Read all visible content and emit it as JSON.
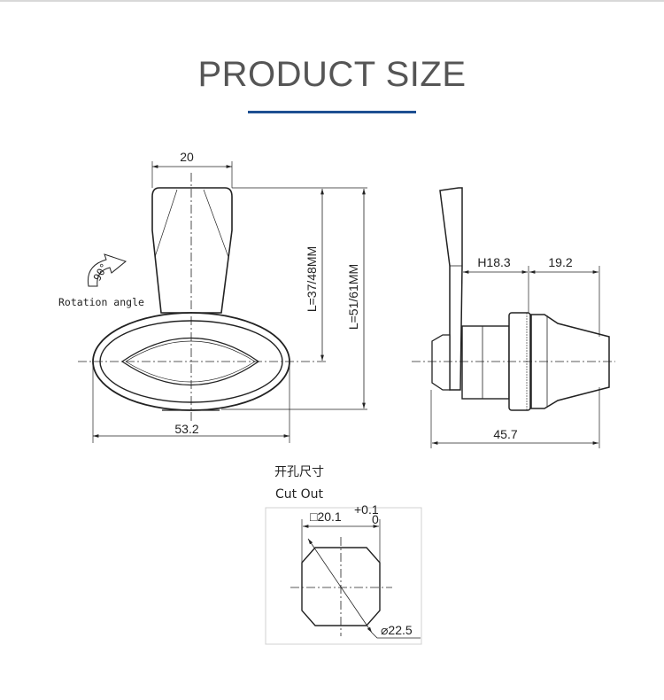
{
  "title": "PRODUCT SIZE",
  "colors": {
    "title": "#555555",
    "accent": "#1d4f91",
    "line": "#222222"
  },
  "front_view": {
    "width_top": "20",
    "length_short": "L=37/48MM",
    "length_long": "L=51/61MM",
    "width_bottom": "53.2",
    "rotation_degrees": "90°",
    "rotation_label": "Rotation angle"
  },
  "side_view": {
    "h_dim": "H18.3",
    "cone_dim": "19.2",
    "total_length": "45.7"
  },
  "cutout": {
    "title_cn": "开孔尺寸",
    "title_en": "Cut Out",
    "square_dim": "□20.1",
    "tol_upper": "+0.1",
    "tol_lower": "0",
    "diameter": "⌀22.5"
  }
}
